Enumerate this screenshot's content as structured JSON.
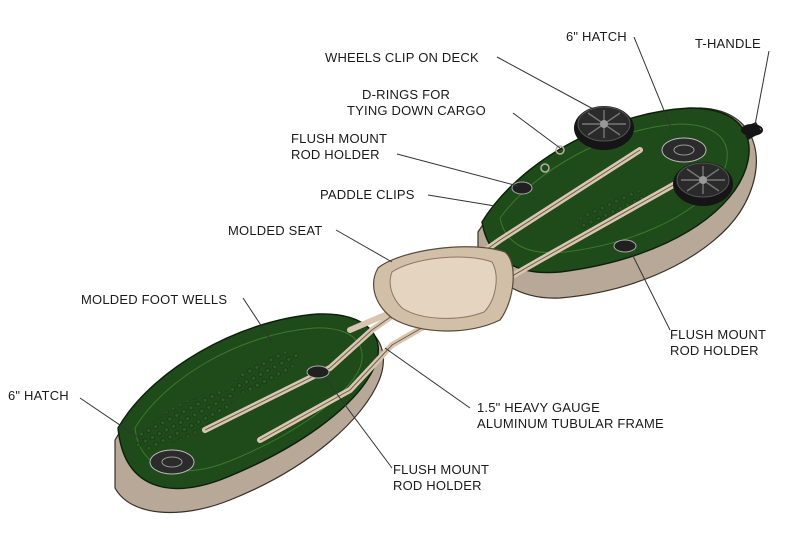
{
  "colors": {
    "deck_green": "#1f4a1a",
    "deck_green_light": "#2f6a24",
    "hull_tan": "#b7a898",
    "frame_tan": "#d8c6b0",
    "wheel_black": "#151515"
  },
  "labels": {
    "wheels": "WHEELS CLIP ON DECK",
    "hatch_top": "6\" HATCH",
    "t_handle": "T-HANDLE",
    "d_rings_1": "D-RINGS FOR",
    "d_rings_2": "TYING DOWN CARGO",
    "flush_top_1": "FLUSH MOUNT",
    "flush_top_2": "ROD HOLDER",
    "paddle_clips": "PADDLE CLIPS",
    "molded_seat": "MOLDED SEAT",
    "foot_wells": "MOLDED FOOT WELLS",
    "flush_right_1": "FLUSH MOUNT",
    "flush_right_2": "ROD HOLDER",
    "hatch_bottom": "6\" HATCH",
    "frame_1": "1.5\" HEAVY GAUGE",
    "frame_2": "ALUMINUM TUBULAR FRAME",
    "flush_bottom_1": "FLUSH MOUNT",
    "flush_bottom_2": "ROD HOLDER"
  }
}
